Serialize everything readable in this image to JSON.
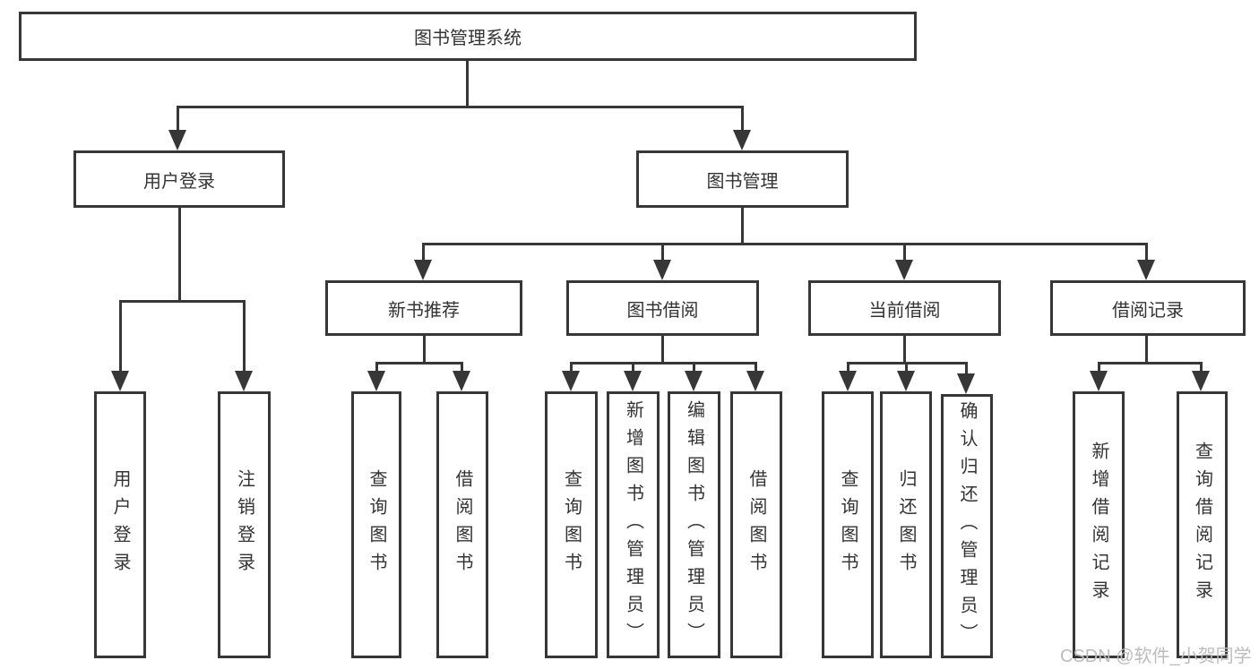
{
  "title": {
    "label": "图书管理系统"
  },
  "level2": {
    "user_login": {
      "label": "用户登录"
    },
    "book_management": {
      "label": "图书管理"
    }
  },
  "level3": {
    "new_books": {
      "label": "新书推荐"
    },
    "book_borrow": {
      "label": "图书借阅"
    },
    "current_borrow": {
      "label": "当前借阅"
    },
    "borrow_records": {
      "label": "借阅记录"
    }
  },
  "leaves": {
    "user_login": [
      "用户登录",
      "注销登录"
    ],
    "new_books": [
      "查询图书",
      "借阅图书"
    ],
    "book_borrow": [
      "查询图书",
      "新增图书（管理员）",
      "编辑图书（管理员）",
      "借阅图书"
    ],
    "current_borrow": [
      "查询图书",
      "归还图书",
      "确认归还（管理员）"
    ],
    "borrow_records": [
      "新增借阅记录",
      "查询借阅记录"
    ]
  },
  "watermark": "CSDN @软件_小贺同学",
  "colors": {
    "line": "#373737",
    "text": "#333333",
    "background": "#ffffff",
    "watermark": "#bcbcbc"
  }
}
